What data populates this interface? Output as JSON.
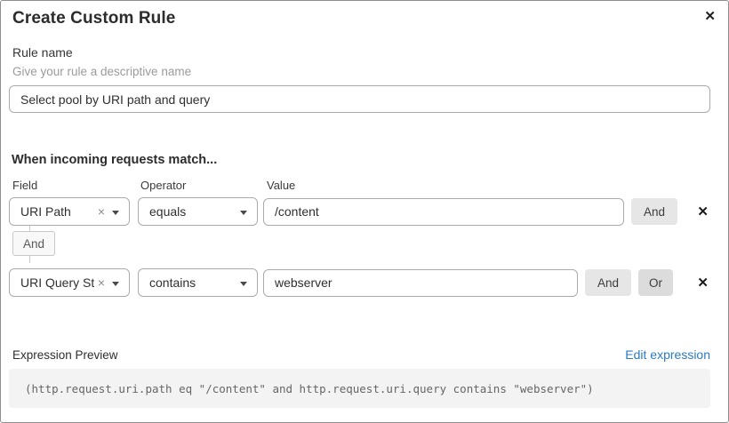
{
  "dialog": {
    "title": "Create Custom Rule",
    "close_glyph": "✕"
  },
  "rule_name": {
    "label": "Rule name",
    "helper": "Give your rule a descriptive name",
    "value": "Select pool by URI path and query"
  },
  "match": {
    "heading": "When incoming requests match...",
    "columns": {
      "field": "Field",
      "operator": "Operator",
      "value": "Value"
    },
    "conditions": [
      {
        "field": "URI Path",
        "operator": "equals",
        "value": "/content",
        "and_label": "And",
        "remove_glyph": "✕",
        "clear_glyph": "×"
      },
      {
        "field": "URI Query St...",
        "operator": "contains",
        "value": "webserver",
        "and_label": "And",
        "or_label": "Or",
        "remove_glyph": "✕",
        "clear_glyph": "×"
      }
    ],
    "connector_label": "And"
  },
  "expression": {
    "label": "Expression Preview",
    "edit_link": "Edit expression",
    "value": "(http.request.uri.path eq \"/content\" and http.request.uri.query contains \"webserver\")"
  },
  "colors": {
    "link_blue": "#2c7bc0",
    "button_gray": "#e6e6e6",
    "or_button_gray": "#dcdcdc",
    "expression_box_bg": "#f3f3f3",
    "border_gray": "#ababab"
  }
}
